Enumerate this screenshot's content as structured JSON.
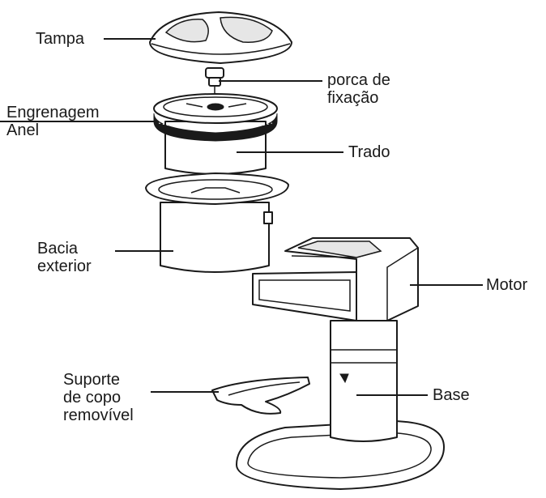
{
  "labels": {
    "tampa": "Tampa",
    "porca_line1": "porca de",
    "porca_line2": "fixação",
    "engrenagem_line1": "Engrenagem",
    "engrenagem_line2": "Anel",
    "trado": "Trado",
    "bacia_line1": "Bacia",
    "bacia_line2": "exterior",
    "motor": "Motor",
    "suporte_line1": "Suporte",
    "suporte_line2": "de copo",
    "suporte_line3": "removível",
    "base": "Base"
  },
  "colors": {
    "line": "#1a1a1a",
    "background": "#ffffff"
  }
}
